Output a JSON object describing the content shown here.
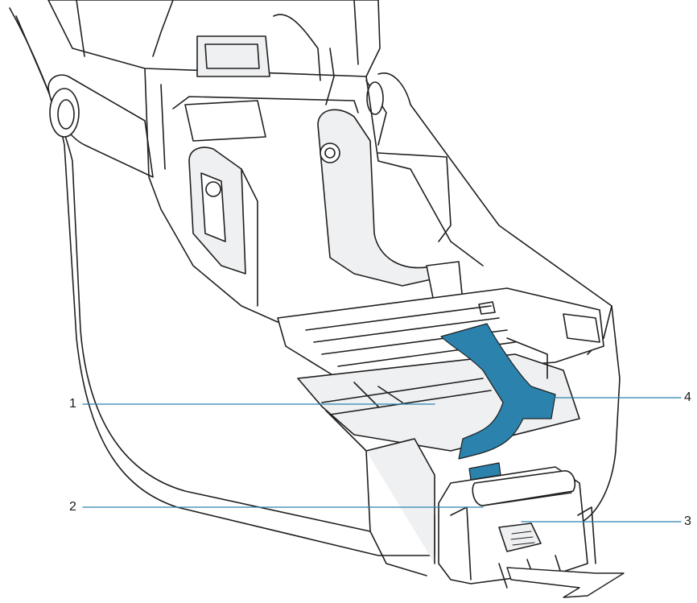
{
  "figure": {
    "subject": "printer-open-media-compartment-illustration",
    "line_color": "#1f1f1f",
    "body_fill": "#ffffff",
    "shade_fill": "#eef0f1",
    "media_color": "#2b82ad",
    "leader_color": "#2b82ad"
  },
  "callouts": [
    {
      "id": "c1",
      "label": "1"
    },
    {
      "id": "c2",
      "label": "2"
    },
    {
      "id": "c3",
      "label": "3"
    },
    {
      "id": "c4",
      "label": "4"
    }
  ]
}
